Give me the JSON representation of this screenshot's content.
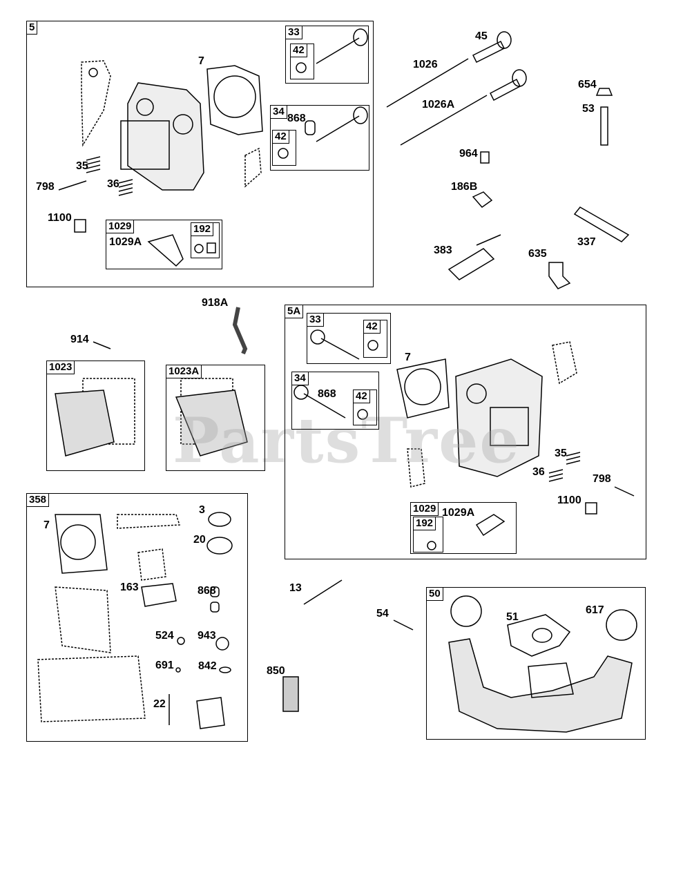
{
  "watermark": "PartsTree",
  "boxes": {
    "b5": "5",
    "b33": "33",
    "b42a": "42",
    "b34": "34",
    "b42b": "42",
    "b1029": "1029",
    "b192": "192",
    "b1023": "1023",
    "b1023a": "1023A",
    "b5a": "5A",
    "b33b": "33",
    "b42c": "42",
    "b34b": "34",
    "b42d": "42",
    "b1029b": "1029",
    "b192b": "192",
    "b358": "358",
    "b50": "50"
  },
  "labels": {
    "l7": "7",
    "l868": "868",
    "l35": "35",
    "l798": "798",
    "l36": "36",
    "l1100": "1100",
    "l1029a": "1029A",
    "l45": "45",
    "l1026": "1026",
    "l1026a": "1026A",
    "l654": "654",
    "l53": "53",
    "l964": "964",
    "l186b": "186B",
    "l383": "383",
    "l635": "635",
    "l337": "337",
    "l918a": "918A",
    "l914": "914",
    "l7b": "7",
    "l868b": "868",
    "l35b": "35",
    "l36b": "36",
    "l798b": "798",
    "l1100b": "1100",
    "l1029ab": "1029A",
    "l7c": "7",
    "l3": "3",
    "l20": "20",
    "l163": "163",
    "l868c": "868",
    "l524": "524",
    "l943": "943",
    "l691": "691",
    "l842": "842",
    "l22": "22",
    "l13": "13",
    "l54": "54",
    "l850": "850",
    "l51": "51",
    "l617": "617"
  }
}
